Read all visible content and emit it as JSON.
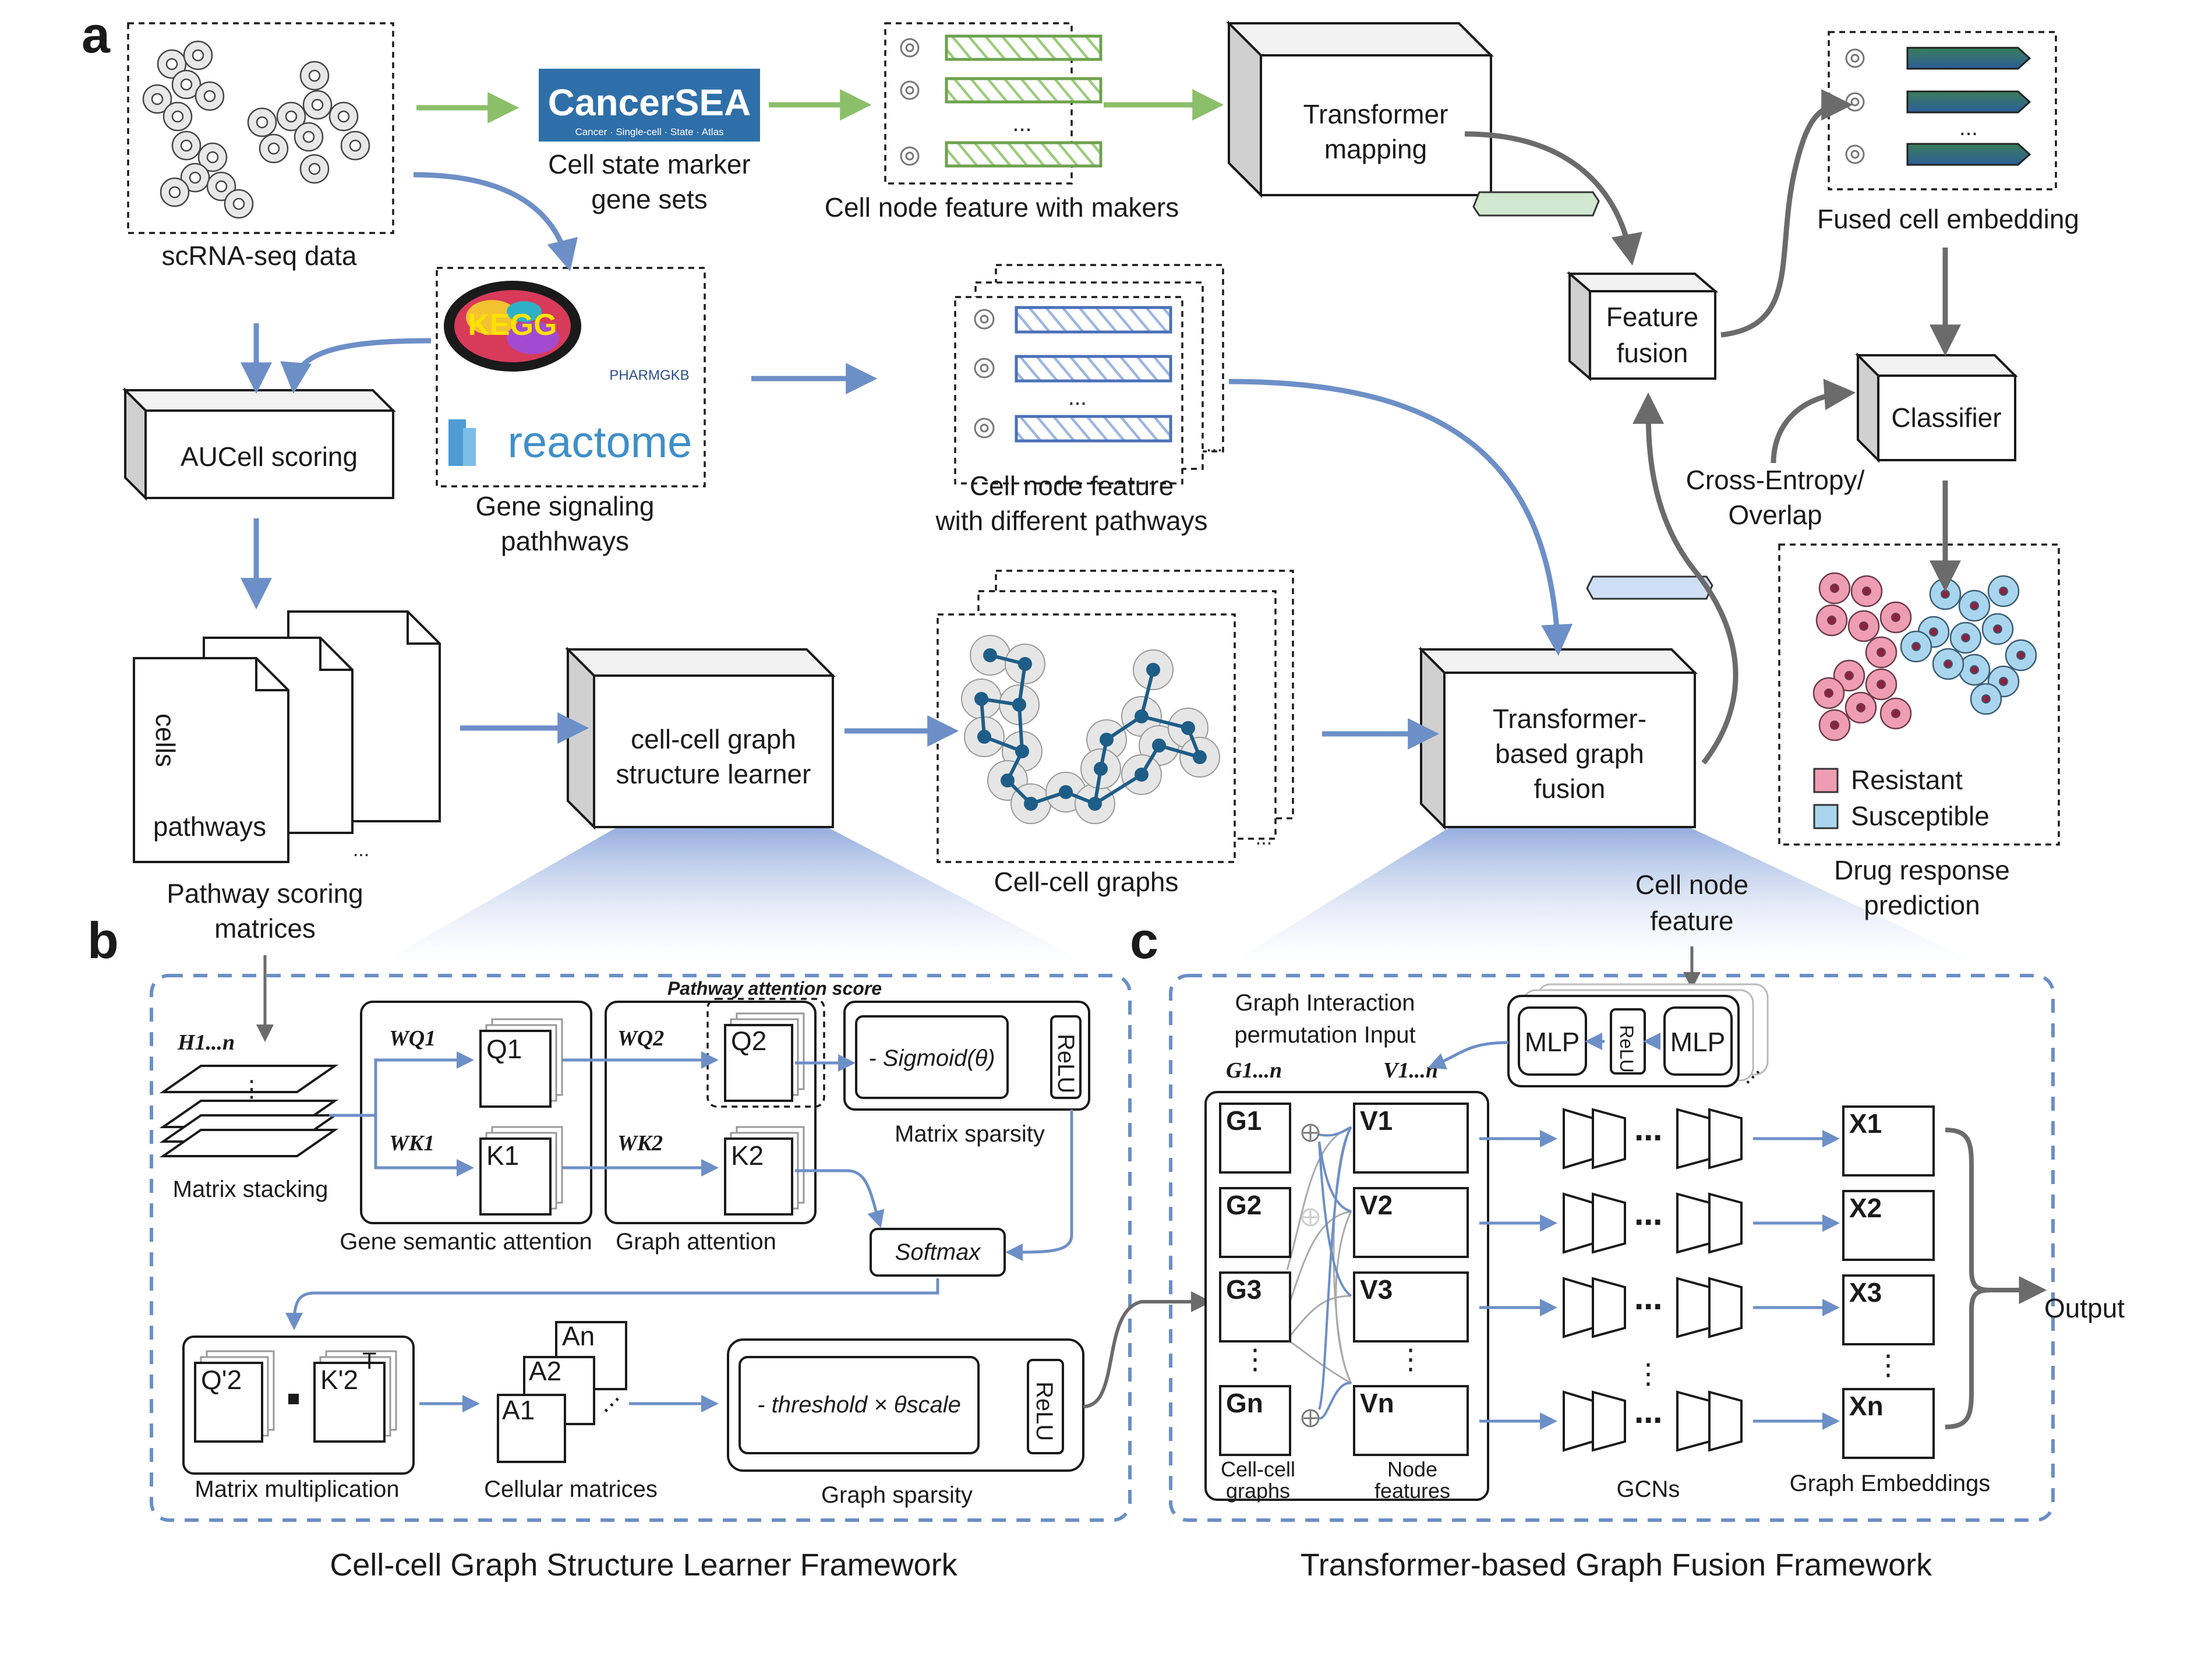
{
  "panels": {
    "a": "a",
    "b": "b",
    "c": "c"
  },
  "panel_a": {
    "scrna_label": "scRNA-seq data",
    "cancersea_logo": "CancerSEA",
    "cancersea_tagline": "Cancer · Single-cell · State · Atlas",
    "cancersea_label": [
      "Cell state marker",
      "gene sets"
    ],
    "marker_feature_label": "Cell node feature with makers",
    "transformer_mapping": [
      "Transformer",
      "mapping"
    ],
    "fused_embedding_label": "Fused cell embedding",
    "kegg_logo": "KEGG",
    "pharmgkb_logo": "PHARMGKB",
    "reactome_logo": "reactome",
    "signaling_label": [
      "Gene signaling",
      "pathhways"
    ],
    "pathway_feature_label": [
      "Cell node feature",
      "with different pathways"
    ],
    "feature_fusion": [
      "Feature",
      "fusion"
    ],
    "classifier": "Classifier",
    "loss_label": [
      "Cross-Entropy/",
      "Overlap"
    ],
    "aucell": "AUCell scoring",
    "matrix_cells": "cells",
    "matrix_pathways": "pathways",
    "ellipsis": "...",
    "scoring_label": [
      "Pathway scoring",
      "matrices"
    ],
    "learner_box": [
      "cell-cell graph",
      "structure learner"
    ],
    "graphs_label": "Cell-cell graphs",
    "fusion_box": [
      "Transformer-",
      "based graph",
      "fusion"
    ],
    "legend": {
      "resistant": "Resistant",
      "susceptible": "Susceptible"
    },
    "prediction_label": [
      "Drug response",
      "prediction"
    ],
    "cell_node_feature_label": [
      "Cell node",
      "feature"
    ]
  },
  "panel_b": {
    "h_label": "H1...n",
    "matrix_stacking": "Matrix stacking",
    "wq1": "WQ1",
    "wk1": "WK1",
    "q1": "Q1",
    "k1": "K1",
    "gene_attention": "Gene semantic attention",
    "attention_score": "Pathway attention score",
    "wq2": "WQ2",
    "wk2": "WK2",
    "q2": "Q2",
    "k2": "K2",
    "graph_attention": "Graph attention",
    "sigmoid": "- Sigmoid(θ)",
    "relu": "ReLU",
    "matrix_sparsity": "Matrix sparsity",
    "softmax": "Softmax",
    "q2p": "Q'2",
    "k2p": "K'2",
    "transpose": "T",
    "matrix_multiplication": "Matrix multiplication",
    "a1": "A1",
    "a2": "A2",
    "an": "An",
    "cellular_matrices": "Cellular matrices",
    "threshold": "- threshold × θscale",
    "graph_sparsity": "Graph sparsity",
    "caption": "Cell-cell Graph Structure Learner Framework"
  },
  "panel_c": {
    "interaction_label": [
      "Graph Interaction",
      "permutation Input"
    ],
    "g_label": "G1...n",
    "v_label": "V1...n",
    "mlp1": "MLP",
    "mlp2": "MLP",
    "relu": "ReLU",
    "graph_items": [
      "G1",
      "G2",
      "G3",
      "Gn"
    ],
    "node_items": [
      "V1",
      "V2",
      "V3",
      "Vn"
    ],
    "cell_cell_graphs": [
      "Cell-cell",
      "graphs"
    ],
    "node_features": [
      "Node",
      "features"
    ],
    "gcns": "GCNs",
    "embedding_items": [
      "X1",
      "X2",
      "X3",
      "Xn"
    ],
    "graph_embeddings": "Graph Embeddings",
    "output": "Output",
    "caption": "Transformer-based Graph Fusion Framework"
  },
  "colors": {
    "blue_arrow": "#6d8fc7",
    "green_arrow": "#8cbf6a",
    "grey_arrow": "#6b6b6b",
    "resistant": "#ef9db2",
    "susceptible": "#a9d6ee",
    "graph_node": "#1e5d87"
  }
}
